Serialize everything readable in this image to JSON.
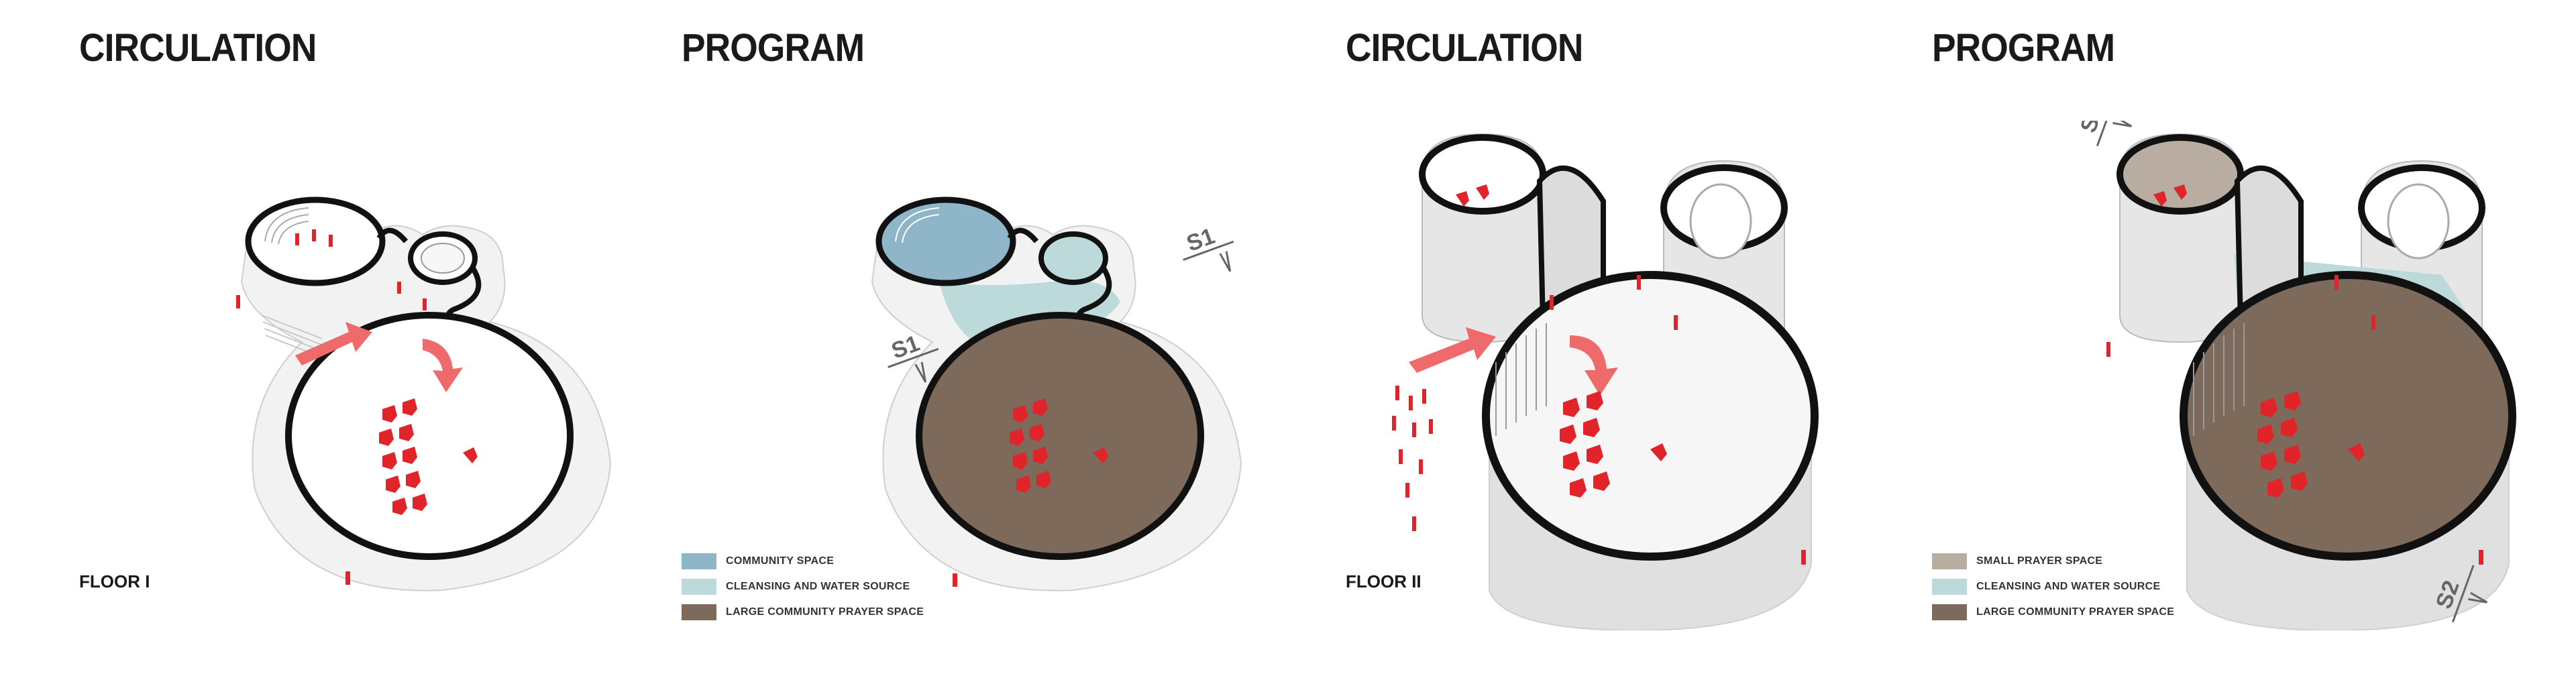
{
  "panels": [
    {
      "title": "CIRCULATION",
      "floor": "FLOOR I"
    },
    {
      "title": "PROGRAM",
      "legend": [
        {
          "label": "COMMUNITY SPACE",
          "color": "#8fb6c8"
        },
        {
          "label": "CLEANSING AND WATER SOURCE",
          "color": "#bcdad9"
        },
        {
          "label": "LARGE COMMUNITY PRAYER SPACE",
          "color": "#7d6a5b"
        }
      ],
      "section_marks": [
        "S1",
        "S1"
      ]
    },
    {
      "title": "CIRCULATION",
      "floor": "FLOOR II"
    },
    {
      "title": "PROGRAM",
      "legend": [
        {
          "label": "SMALL PRAYER SPACE",
          "color": "#b9aca1"
        },
        {
          "label": "CLEANSING AND WATER SOURCE",
          "color": "#bcdad9"
        },
        {
          "label": "LARGE COMMUNITY PRAYER SPACE",
          "color": "#7d6a5b"
        }
      ],
      "section_marks": [
        "S2",
        "S2"
      ]
    }
  ],
  "colors": {
    "wall": "#111111",
    "figure": "#e0242a",
    "arrow": "#ef6a6a",
    "ground": "#f2f2f2",
    "screen": "#bdbdbd"
  }
}
